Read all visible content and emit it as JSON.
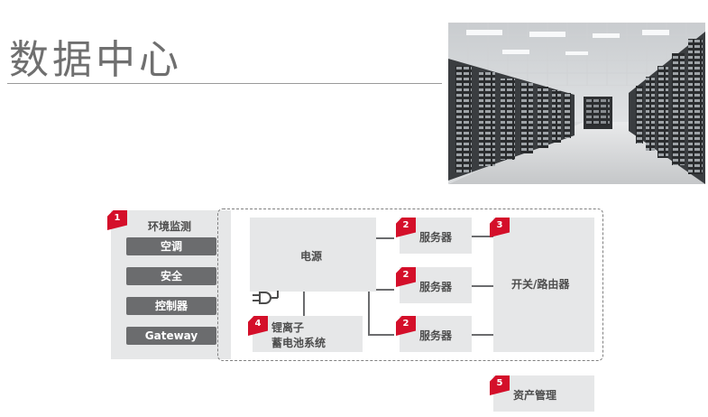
{
  "title": "数据中心",
  "env": {
    "heading": "环境监测",
    "items": [
      "空调",
      "安全",
      "控制器",
      "Gateway"
    ]
  },
  "power": {
    "label": "电源"
  },
  "battery": {
    "line1": "锂离子",
    "line2": "蓄电池系统"
  },
  "servers": [
    "服务器",
    "服务器",
    "服务器"
  ],
  "switch": {
    "label": "开关/路由器"
  },
  "asset": {
    "label": "资产管理"
  },
  "badges": {
    "env": "1",
    "server": "2",
    "switch": "3",
    "battery": "4",
    "asset": "5"
  },
  "colors": {
    "badge": "#d40f2a",
    "panel": "#e6e7e8",
    "pill": "#6b6c6e"
  }
}
